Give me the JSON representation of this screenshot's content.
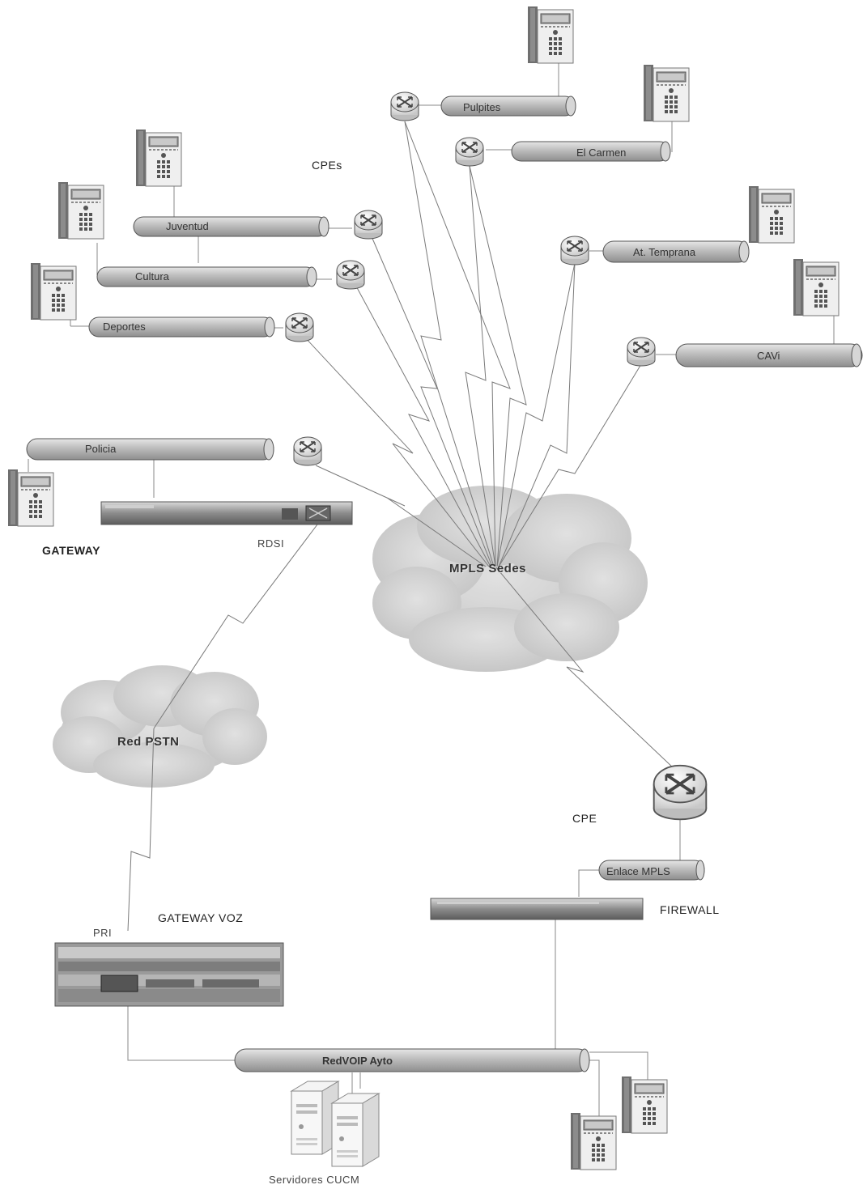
{
  "diagram": {
    "labels": {
      "cpes": "CPEs",
      "cpe": "CPE",
      "gateway": "GATEWAY",
      "rdsi": "RDSI",
      "gateway_voz": "GATEWAY VOZ",
      "pri": "PRI",
      "firewall": "FIREWALL",
      "servidores": "Servidores CUCM",
      "mpls_cloud": "MPLS Sedes",
      "pstn_cloud": "Red PSTN"
    },
    "segments": {
      "pulpites": "Pulpites",
      "el_carmen": "El Carmen",
      "juventud": "Juventud",
      "cultura": "Cultura",
      "deportes": "Deportes",
      "at_temprana": "At. Temprana",
      "cavi": "CAVi",
      "policia": "Policia",
      "enlace_mpls": "Enlace MPLS",
      "redvoip": "RedVOIP Ayto"
    },
    "icons": {
      "router": "router-icon",
      "ip_phone": "ip-phone-icon",
      "server": "server-icon",
      "cloud": "cloud-icon",
      "rack_device": "rack-device-icon"
    },
    "colors": {
      "pipe": "#bdbdbd",
      "cloud": "#cfcfcf",
      "line": "#777777",
      "background": "#ffffff"
    }
  }
}
